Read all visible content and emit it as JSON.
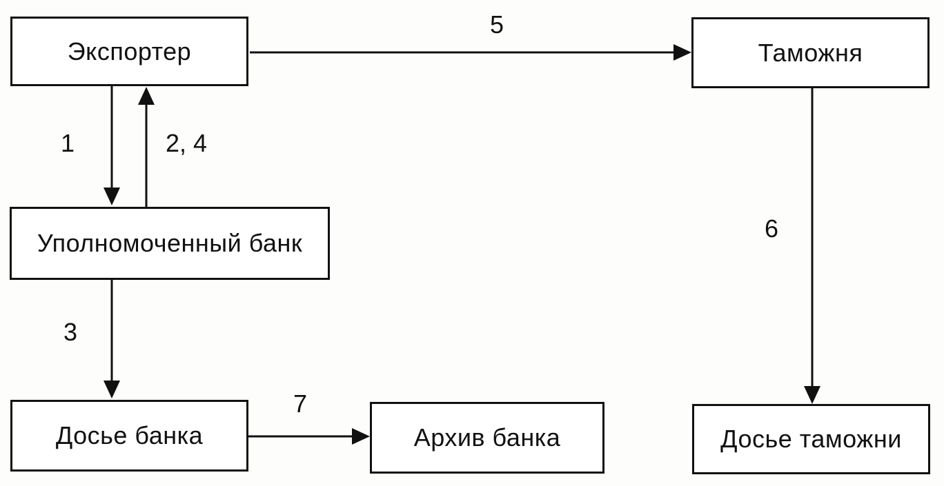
{
  "nodes": {
    "exporter": "Экспортер",
    "customs": "Таможня",
    "authorized_bank": "Уполномоченный банк",
    "bank_dossier": "Досье банка",
    "bank_archive": "Архив банка",
    "customs_dossier": "Досье таможни"
  },
  "edges": {
    "exporter_to_bank": "1",
    "bank_to_exporter": "2, 4",
    "bank_to_bank_dossier": "3",
    "exporter_to_customs": "5",
    "customs_to_customs_dossier": "6",
    "bank_dossier_to_archive": "7"
  },
  "colors": {
    "stroke": "#111111",
    "background": "#fdfdfc"
  }
}
